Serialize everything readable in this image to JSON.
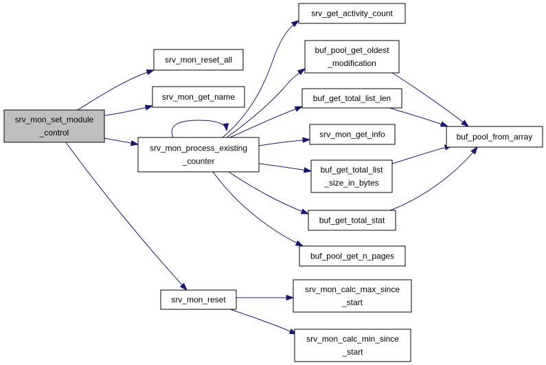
{
  "diagram": {
    "edge_color": "#191970",
    "root_fill": "#bfbfbf",
    "node_fill": "#ffffff",
    "nodes": [
      {
        "id": "set_module_control",
        "lines": [
          "srv_mon_set_module",
          "_control"
        ]
      },
      {
        "id": "reset_all",
        "lines": [
          "srv_mon_reset_all"
        ]
      },
      {
        "id": "get_name",
        "lines": [
          "srv_mon_get_name"
        ]
      },
      {
        "id": "process_existing_counter",
        "lines": [
          "srv_mon_process_existing",
          "_counter"
        ]
      },
      {
        "id": "mon_reset",
        "lines": [
          "srv_mon_reset"
        ]
      },
      {
        "id": "get_activity_count",
        "lines": [
          "srv_get_activity_count"
        ]
      },
      {
        "id": "buf_pool_get_oldest",
        "lines": [
          "buf_pool_get_oldest",
          "_modification"
        ]
      },
      {
        "id": "buf_get_total_list_len",
        "lines": [
          "buf_get_total_list_len"
        ]
      },
      {
        "id": "mon_get_info",
        "lines": [
          "srv_mon_get_info"
        ]
      },
      {
        "id": "buf_get_total_list_size",
        "lines": [
          "buf_get_total_list",
          "_size_in_bytes"
        ]
      },
      {
        "id": "buf_get_total_stat",
        "lines": [
          "buf_get_total_stat"
        ]
      },
      {
        "id": "buf_pool_get_n_pages",
        "lines": [
          "buf_pool_get_n_pages"
        ]
      },
      {
        "id": "buf_pool_from_array",
        "lines": [
          "buf_pool_from_array"
        ]
      },
      {
        "id": "calc_max_since_start",
        "lines": [
          "srv_mon_calc_max_since",
          "_start"
        ]
      },
      {
        "id": "calc_min_since_start",
        "lines": [
          "srv_mon_calc_min_since",
          "_start"
        ]
      }
    ],
    "edges": [
      [
        "set_module_control",
        "reset_all"
      ],
      [
        "set_module_control",
        "get_name"
      ],
      [
        "set_module_control",
        "process_existing_counter"
      ],
      [
        "set_module_control",
        "mon_reset"
      ],
      [
        "process_existing_counter",
        "process_existing_counter"
      ],
      [
        "process_existing_counter",
        "get_activity_count"
      ],
      [
        "process_existing_counter",
        "buf_pool_get_oldest"
      ],
      [
        "process_existing_counter",
        "buf_get_total_list_len"
      ],
      [
        "process_existing_counter",
        "mon_get_info"
      ],
      [
        "process_existing_counter",
        "buf_get_total_list_size"
      ],
      [
        "process_existing_counter",
        "buf_get_total_stat"
      ],
      [
        "process_existing_counter",
        "buf_pool_get_n_pages"
      ],
      [
        "buf_pool_get_oldest",
        "buf_pool_from_array"
      ],
      [
        "buf_get_total_list_len",
        "buf_pool_from_array"
      ],
      [
        "buf_get_total_list_size",
        "buf_pool_from_array"
      ],
      [
        "buf_get_total_stat",
        "buf_pool_from_array"
      ],
      [
        "mon_reset",
        "calc_max_since_start"
      ],
      [
        "mon_reset",
        "calc_min_since_start"
      ]
    ]
  }
}
